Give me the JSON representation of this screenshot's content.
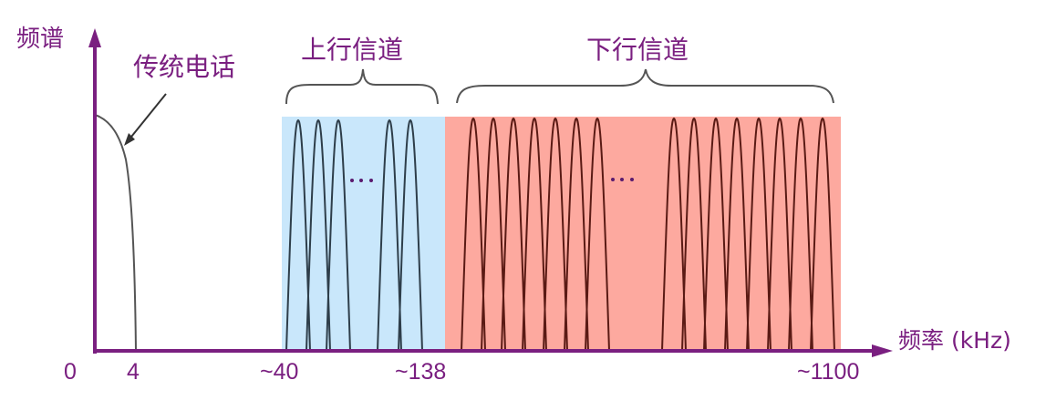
{
  "diagram": {
    "y_axis_label": "频谱",
    "x_axis_label": "频率 (kHz)",
    "telephone_label": "传统电话",
    "upstream_label": "上行信道",
    "downstream_label": "下行信道",
    "ellipsis": "···",
    "ticks": {
      "t0": "0",
      "t4": "4",
      "t40": "~40",
      "t138": "~138",
      "t1100": "~1100"
    },
    "colors": {
      "axis": "#7a1f80",
      "upstream_band": "#c9e7fb",
      "downstream_band": "#fda99f",
      "upstream_curve": "#2e3e4a",
      "downstream_curve": "#5a1a14",
      "text": "#7a1f80"
    },
    "bands": [
      {
        "name": "traditional telephone",
        "from_khz": 0,
        "to_khz": 4
      },
      {
        "name": "upstream channel",
        "from_khz": 40,
        "to_khz": 138
      },
      {
        "name": "downstream channel",
        "from_khz": 138,
        "to_khz": 1100
      }
    ]
  }
}
